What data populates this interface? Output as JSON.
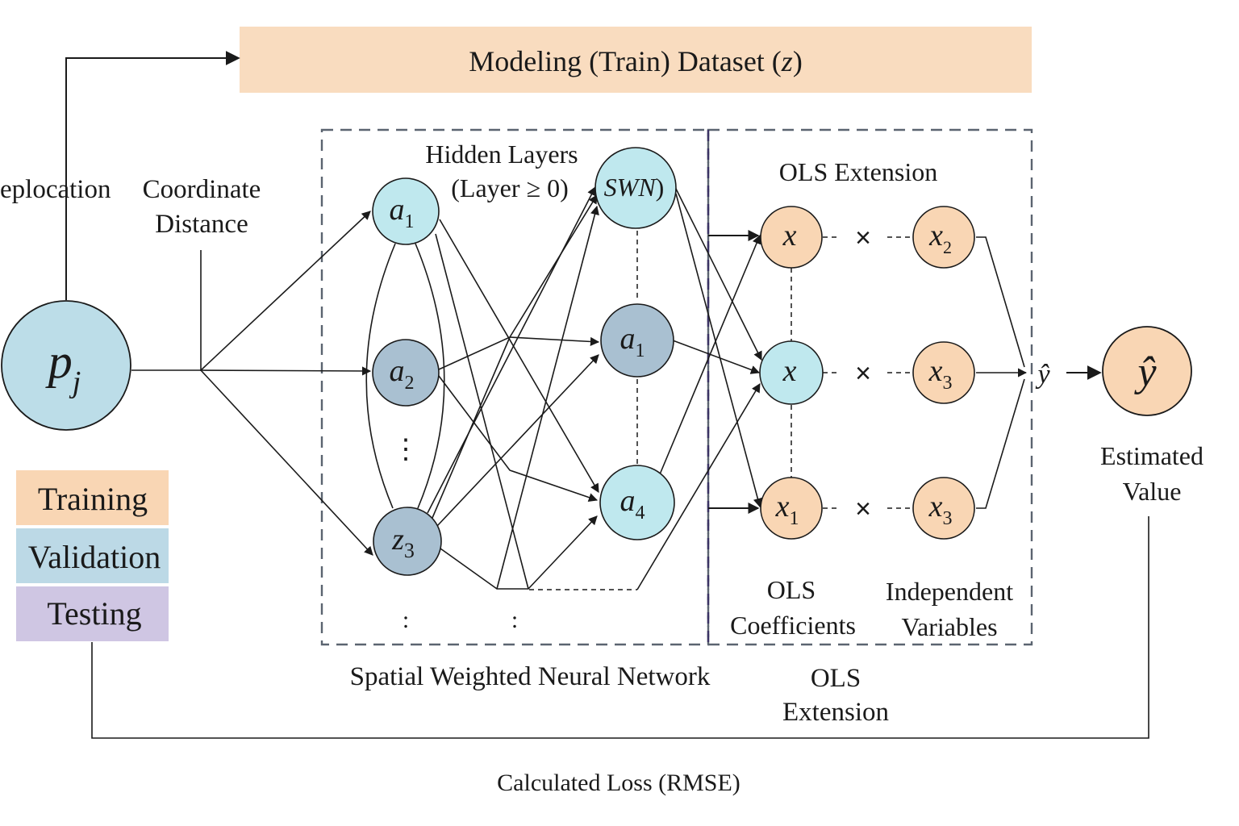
{
  "title": "Modeling (Train) Dataset (",
  "title_var": "z",
  "title_close": ")",
  "labels": {
    "relocation": "eplocation",
    "coordinate": "Coordinate",
    "distance": "Distance",
    "hidden_layers": "Hidden Layers",
    "layer_cond": "(Layer ≥ 0)",
    "ols_extension_top": "OLS Extension",
    "ols": "OLS",
    "coefficients": "Coefficients",
    "independent": "Independent",
    "variables": "Variables",
    "estimated": "Estimated",
    "value": "Value",
    "swnn": "Spatial Weighted Neural Network",
    "ols_bottom_1": "OLS",
    "ols_bottom_2": "Extension",
    "loss": "Calculated Loss (RMSE)",
    "yhat_mid": "ŷ",
    "times": "×",
    "dots": "⋮",
    "dots_small": ":"
  },
  "legend": [
    {
      "label": "Training",
      "color": "#f9d6b4"
    },
    {
      "label": "Validation",
      "color": "#bcd9e6"
    },
    {
      "label": "Testing",
      "color": "#cfc6e3"
    }
  ],
  "nodes": {
    "input": {
      "base": "p",
      "sub": "j"
    },
    "h1": {
      "base": "a",
      "sub": "1"
    },
    "h2": {
      "base": "a",
      "sub": "2"
    },
    "h3": {
      "base": "z",
      "sub": "3"
    },
    "s1": {
      "base": "SWN",
      "sub": ")"
    },
    "s2": {
      "base": "a",
      "sub": "1"
    },
    "s3": {
      "base": "a",
      "sub": "4"
    },
    "c1": {
      "base": "x",
      "sub": ""
    },
    "c2": {
      "base": "x",
      "sub": ""
    },
    "c3": {
      "base": "x",
      "sub": "1"
    },
    "v1": {
      "base": "x",
      "sub": "2"
    },
    "v2": {
      "base": "x",
      "sub": "3"
    },
    "v3": {
      "base": "x",
      "sub": "3"
    },
    "output": {
      "base": "ŷ",
      "sub": ""
    }
  },
  "colors": {
    "orange": "#f9d6b4",
    "orange_dark": "#f2c39a",
    "cyan": "#bfe8ee",
    "slate": "#a9c0d1",
    "input_blue": "#bcdde8",
    "banner": "#f9dcbf"
  }
}
